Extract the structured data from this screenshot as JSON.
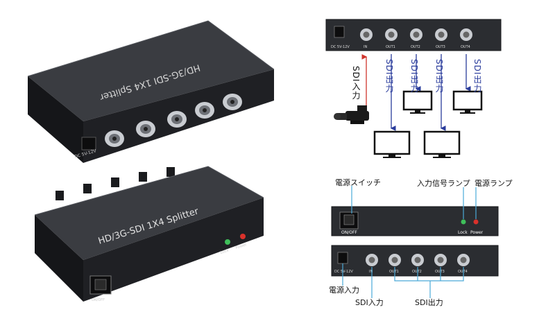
{
  "product": {
    "silk_top": "HD/3G-SDI 1X4 Splitter",
    "silk_bottom": "HD/3G-SDI 1X4 Splitter",
    "dc_label": "DC 5V-12V",
    "on_off": "ON/OFF",
    "lock": "Lock",
    "power": "Power"
  },
  "top_diagram": {
    "dc": "DC 5V-12V",
    "ports": [
      "IN",
      "OUT1",
      "OUT2",
      "OUT3",
      "OUT4"
    ],
    "sdi_in": "SDI入力",
    "sdi_out": "SDI出力"
  },
  "bottom_diagram": {
    "power_switch": "電源スイッチ",
    "input_signal_lamp": "入力信号ランプ",
    "power_lamp": "電源ランプ",
    "on_off": "ON/OFF",
    "lock": "Lock",
    "power": "Power",
    "dc": "DC 5V-12V",
    "ports": [
      "IN",
      "OUT1",
      "OUT2",
      "OUT3",
      "OUT4"
    ],
    "power_input": "電源入力",
    "sdi_in": "SDI入力",
    "sdi_out": "SDI出力"
  },
  "colors": {
    "device": "#2b2d31",
    "device_dark": "#17181b",
    "in_arrow": "#d0342c",
    "out_arrow": "#2a3c9c",
    "callout": "#4aa9d8",
    "lock_led": "#3fbf5a",
    "power_led": "#d9312b"
  }
}
